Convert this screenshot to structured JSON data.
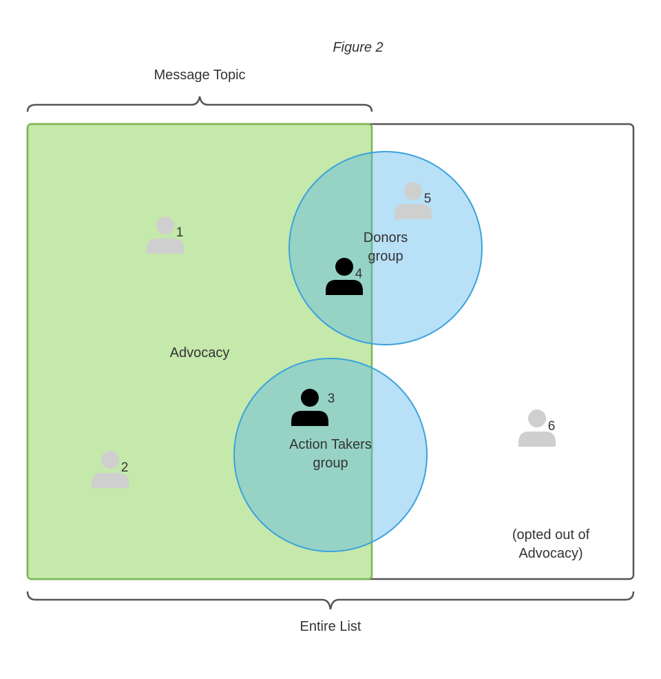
{
  "figure_label": "Figure 2",
  "brackets": {
    "top_label": "Message Topic",
    "bottom_label": "Entire List"
  },
  "regions": {
    "advocacy_label": "Advocacy",
    "donors_line1": "Donors",
    "donors_line2": "group",
    "action_takers_line1": "Action Takers",
    "action_takers_line2": "group",
    "opted_out_line1": "(opted out of",
    "opted_out_line2": "Advocacy)"
  },
  "people": [
    {
      "number": "1",
      "selected": false
    },
    {
      "number": "2",
      "selected": false
    },
    {
      "number": "3",
      "selected": true
    },
    {
      "number": "4",
      "selected": true
    },
    {
      "number": "5",
      "selected": false
    },
    {
      "number": "6",
      "selected": false
    }
  ],
  "colors": {
    "topic_fill": "#c5e8ab",
    "topic_stroke": "#7bb64f",
    "group_fill": "#56b4e9",
    "group_stroke": "#3aa2dc",
    "list_stroke": "#555555",
    "person_selected": "#000000",
    "person_unselected": "#cfcfcf"
  }
}
